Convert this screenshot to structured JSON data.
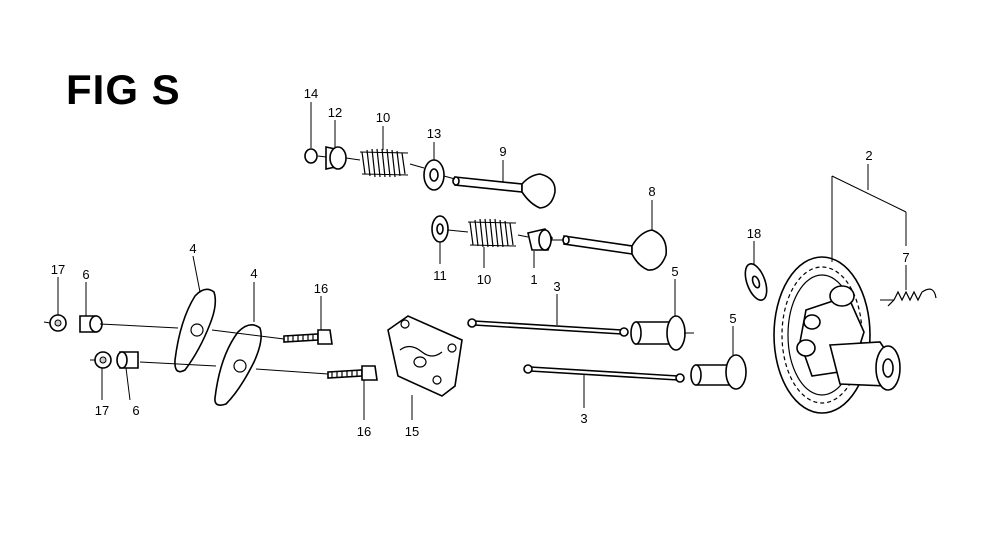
{
  "figure": {
    "title": "FIG S"
  },
  "callouts": {
    "c14": "14",
    "c12": "12",
    "c10a": "10",
    "c13": "13",
    "c9": "9",
    "c8": "8",
    "c11": "11",
    "c10b": "10",
    "c1": "1",
    "c2": "2",
    "c7": "7",
    "c18": "18",
    "c17a": "17",
    "c6a": "6",
    "c4a": "4",
    "c4b": "4",
    "c16a": "16",
    "c3a": "3",
    "c5a": "5",
    "c5b": "5",
    "c17b": "17",
    "c6b": "6",
    "c16b": "16",
    "c15": "15",
    "c3b": "3"
  }
}
